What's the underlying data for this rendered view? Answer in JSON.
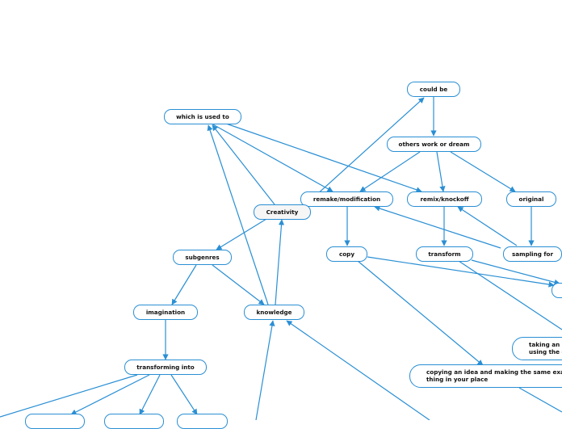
{
  "nodes": {
    "could_be": "could be",
    "others_work": "others work or dream",
    "which_is_used_to": "which is used to",
    "remake": "remake/modification",
    "remix": "remix/knockoff",
    "original": "original",
    "creativity": "Creativity",
    "copy": "copy",
    "transform": "transform",
    "sampling_for": "sampling for",
    "subgenres": "subgenres",
    "imagination": "imagination",
    "knowledge": "knowledge",
    "transforming_into": "transforming into",
    "taking_an_idea": "taking an i... using the c...",
    "copying_an_idea": "copying an idea and making the same exac... thing in your place"
  },
  "colors": {
    "line": "#2a8fd4",
    "border": "#2a8fd4"
  }
}
